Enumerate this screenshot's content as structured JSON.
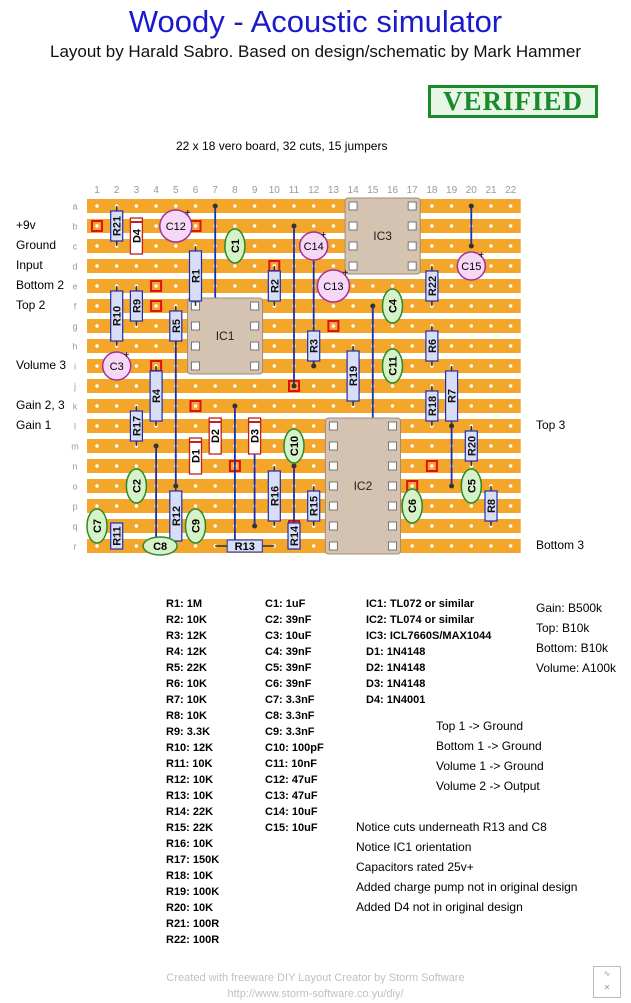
{
  "title": "Woody - Acoustic simulator",
  "subtitle": "Layout by Harald Sabro. Based on design/schematic by Mark Hammer",
  "stamp": "VERIFIED",
  "board_info": "22 x 18 vero board, 32 cuts, 15 jumpers",
  "columns": [
    "1",
    "2",
    "3",
    "4",
    "5",
    "6",
    "7",
    "8",
    "9",
    "10",
    "11",
    "12",
    "13",
    "14",
    "15",
    "16",
    "17",
    "18",
    "19",
    "20",
    "21",
    "22"
  ],
  "rows": [
    "a",
    "b",
    "c",
    "d",
    "e",
    "f",
    "g",
    "h",
    "i",
    "j",
    "k",
    "l",
    "m",
    "n",
    "o",
    "p",
    "q",
    "r"
  ],
  "left_labels": [
    {
      "text": "+9v",
      "row": "b"
    },
    {
      "text": "Ground",
      "row": "c"
    },
    {
      "text": "Input",
      "row": "d"
    },
    {
      "text": "Bottom 2",
      "row": "e"
    },
    {
      "text": "Top 2",
      "row": "f"
    },
    {
      "text": "Volume 3",
      "row": "i"
    },
    {
      "text": "Gain 2, 3",
      "row": "k"
    },
    {
      "text": "Gain 1",
      "row": "l"
    }
  ],
  "right_labels": [
    {
      "text": "Top 3",
      "row": "l"
    },
    {
      "text": "Bottom 3",
      "row": "r"
    }
  ],
  "components": {
    "resistors": [
      {
        "label": "R21",
        "col": 2,
        "row1": "a",
        "row2": "c"
      },
      {
        "label": "R1",
        "col": 6,
        "row1": "c",
        "row2": "f"
      },
      {
        "label": "R2",
        "col": 10,
        "row1": "d",
        "row2": "f"
      },
      {
        "label": "R22",
        "col": 18,
        "row1": "d",
        "row2": "f"
      },
      {
        "label": "R9",
        "col": 3,
        "row1": "e",
        "row2": "g"
      },
      {
        "label": "R10",
        "col": 2,
        "row1": "e",
        "row2": "h"
      },
      {
        "label": "R5",
        "col": 5,
        "row1": "f",
        "row2": "h"
      },
      {
        "label": "R6",
        "col": 18,
        "row1": "g",
        "row2": "i"
      },
      {
        "label": "R3",
        "col": 12,
        "row1": "g",
        "row2": "i"
      },
      {
        "label": "R19",
        "col": 14,
        "row1": "h",
        "row2": "k"
      },
      {
        "label": "R4",
        "col": 4,
        "row1": "i",
        "row2": "l"
      },
      {
        "label": "R7",
        "col": 19,
        "row1": "i",
        "row2": "l"
      },
      {
        "label": "R18",
        "col": 18,
        "row1": "j",
        "row2": "l"
      },
      {
        "label": "R17",
        "col": 3,
        "row1": "k",
        "row2": "m"
      },
      {
        "label": "R20",
        "col": 20,
        "row1": "l",
        "row2": "n"
      },
      {
        "label": "R16",
        "col": 10,
        "row1": "n",
        "row2": "q"
      },
      {
        "label": "R15",
        "col": 12,
        "row1": "o",
        "row2": "q"
      },
      {
        "label": "R8",
        "col": 21,
        "row1": "o",
        "row2": "q"
      },
      {
        "label": "R12",
        "col": 5,
        "row1": "o",
        "row2": "r"
      },
      {
        "label": "R14",
        "col": 11,
        "row1": "q",
        "row2": "r"
      },
      {
        "label": "R11",
        "col": 2,
        "row1": "q",
        "row2": "r"
      }
    ],
    "r13": {
      "label": "R13"
    },
    "film_caps": [
      {
        "label": "C1",
        "col": 8,
        "row": "c"
      },
      {
        "label": "C4",
        "col": 16,
        "row": "f"
      },
      {
        "label": "C11",
        "col": 16,
        "row": "i"
      },
      {
        "label": "C10",
        "col": 11,
        "row": "m"
      },
      {
        "label": "C2",
        "col": 3,
        "row": "o"
      },
      {
        "label": "C6",
        "col": 17,
        "row": "p"
      },
      {
        "label": "C5",
        "col": 20,
        "row": "o"
      },
      {
        "label": "C9",
        "col": 6,
        "row": "q"
      },
      {
        "label": "C7",
        "col": 1,
        "row": "q"
      }
    ],
    "c8": {
      "label": "C8"
    },
    "electrolytics": [
      {
        "label": "C12",
        "col": 5,
        "row": "b"
      },
      {
        "label": "C14",
        "col": 12,
        "row": "c"
      },
      {
        "label": "C13",
        "col": 13,
        "row": "e"
      },
      {
        "label": "C15",
        "col": 20,
        "row": "d"
      },
      {
        "label": "C3",
        "col": 2,
        "row": "i"
      }
    ],
    "diodes": [
      {
        "label": "D4",
        "col": 3,
        "row1": "b",
        "row2": "c"
      },
      {
        "label": "D2",
        "col": 7,
        "row1": "l",
        "row2": "m"
      },
      {
        "label": "D3",
        "col": 9,
        "row1": "l",
        "row2": "m"
      },
      {
        "label": "D1",
        "col": 6,
        "row1": "m",
        "row2": "n"
      }
    ],
    "ics": [
      {
        "label": "IC1",
        "col1": 6,
        "col2": 9,
        "row1": "f",
        "row2": "i"
      },
      {
        "label": "IC2",
        "col1": 13,
        "col2": 16,
        "row1": "l",
        "row2": "r"
      },
      {
        "label": "IC3",
        "col1": 14,
        "col2": 17,
        "row1": "a",
        "row2": "d"
      }
    ]
  },
  "resistor_values": [
    "R1: 1M",
    "R2: 10K",
    "R3: 12K",
    "R4: 12K",
    "R5: 22K",
    "R6: 10K",
    "R7: 10K",
    "R8: 10K",
    "R9: 3.3K",
    "R10: 12K",
    "R11: 10K",
    "R12: 10K",
    "R13: 10K",
    "R14: 22K",
    "R15: 22K",
    "R16: 10K",
    "R17: 150K",
    "R18: 10K",
    "R19: 100K",
    "R20: 10K",
    "R21: 100R",
    "R22: 100R"
  ],
  "cap_values": [
    "C1: 1uF",
    "C2: 39nF",
    "C3: 10uF",
    "C4: 39nF",
    "C5: 39nF",
    "C6: 39nF",
    "C7: 3.3nF",
    "C8: 3.3nF",
    "C9: 3.3nF",
    "C10: 100pF",
    "C11: 10nF",
    "C12: 47uF",
    "C13: 47uF",
    "C14: 10uF",
    "C15: 10uF"
  ],
  "semi_values": [
    "IC1: TL072 or similar",
    "IC2: TL074 or similar",
    "IC3: ICL7660S/MAX1044",
    "D1: 1N4148",
    "D2: 1N4148",
    "D3: 1N4148",
    "D4: 1N4001"
  ],
  "pots": [
    "Gain: B500k",
    "Top: B10k",
    "Bottom: B10k",
    "Volume: A100k"
  ],
  "wiring": [
    "Top 1 -> Ground",
    "Bottom 1 -> Ground",
    "Volume 1 -> Ground",
    "Volume 2 -> Output"
  ],
  "notes": [
    "Notice cuts underneath R13 and C8",
    "Notice IC1 orientation",
    "Capacitors rated 25v+",
    "Added charge pump not in original design",
    "Added D4 not in original design"
  ],
  "footer_line1": "Created with freeware DIY Layout Creator by Storm Software",
  "footer_line2": "http://www.storm-software.co.yu/diy/",
  "colors": {
    "strip": "#f4a62a",
    "strip_gap": "#ffffff",
    "hole": "#ffffff",
    "resistor_fill": "#d8def8",
    "resistor_stroke": "#1c2fb0",
    "film_cap_fill": "#d6f2c8",
    "film_cap_stroke": "#2a8a2a",
    "electrolytic_fill": "#f6d8f6",
    "electrolytic_stroke": "#a0309a",
    "ic_fill": "#d4c3b0",
    "cut": "#dd1111",
    "wire": "#1c2fb0",
    "diode_stroke": "#c02020",
    "title": "#1a1acc",
    "stamp": "#1a8a2a"
  }
}
